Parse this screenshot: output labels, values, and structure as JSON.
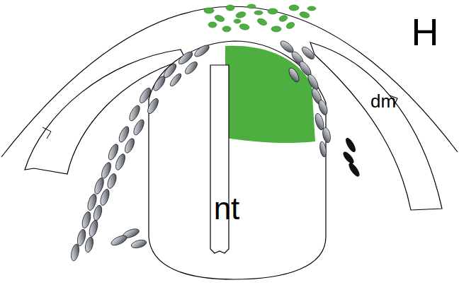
{
  "diagram": {
    "nodes": [
      {
        "text": [
          "dm"
        ]
      },
      {
        "text": [
          "nt"
        ]
      }
    ],
    "labels": [
      "H"
    ]
  }
}
